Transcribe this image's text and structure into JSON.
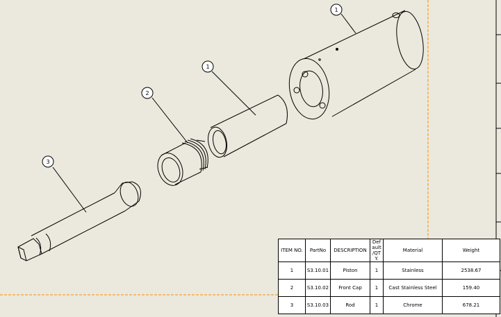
{
  "drawing": {
    "balloons": [
      {
        "id": "balloon-cylinder",
        "text": "1"
      },
      {
        "id": "balloon-piston",
        "text": "1"
      },
      {
        "id": "balloon-front-cap",
        "text": "2"
      },
      {
        "id": "balloon-rod",
        "text": "3"
      }
    ]
  },
  "bom": {
    "headers": {
      "item": "ITEM NO.",
      "part": "PartNo",
      "desc": "DESCRIPTION",
      "qty": "Def ault /QT Y.",
      "material": "Material",
      "weight": "Weight"
    },
    "rows": [
      {
        "item": "1",
        "part": "S3.10.01",
        "desc": "Piston",
        "qty": "1",
        "material": "Stainless",
        "weight": "2538.67"
      },
      {
        "item": "2",
        "part": "S3.10.02",
        "desc": "Front Cap",
        "qty": "1",
        "material": "Cast Stainless Steel",
        "weight": "159.40"
      },
      {
        "item": "3",
        "part": "S3.10.03",
        "desc": "Rod",
        "qty": "1",
        "material": "Chrome",
        "weight": "678.21"
      }
    ]
  },
  "colors": {
    "sheet_background": "#ebe9dd",
    "sheet_border": "#ff8c00",
    "line_color": "#000000"
  }
}
